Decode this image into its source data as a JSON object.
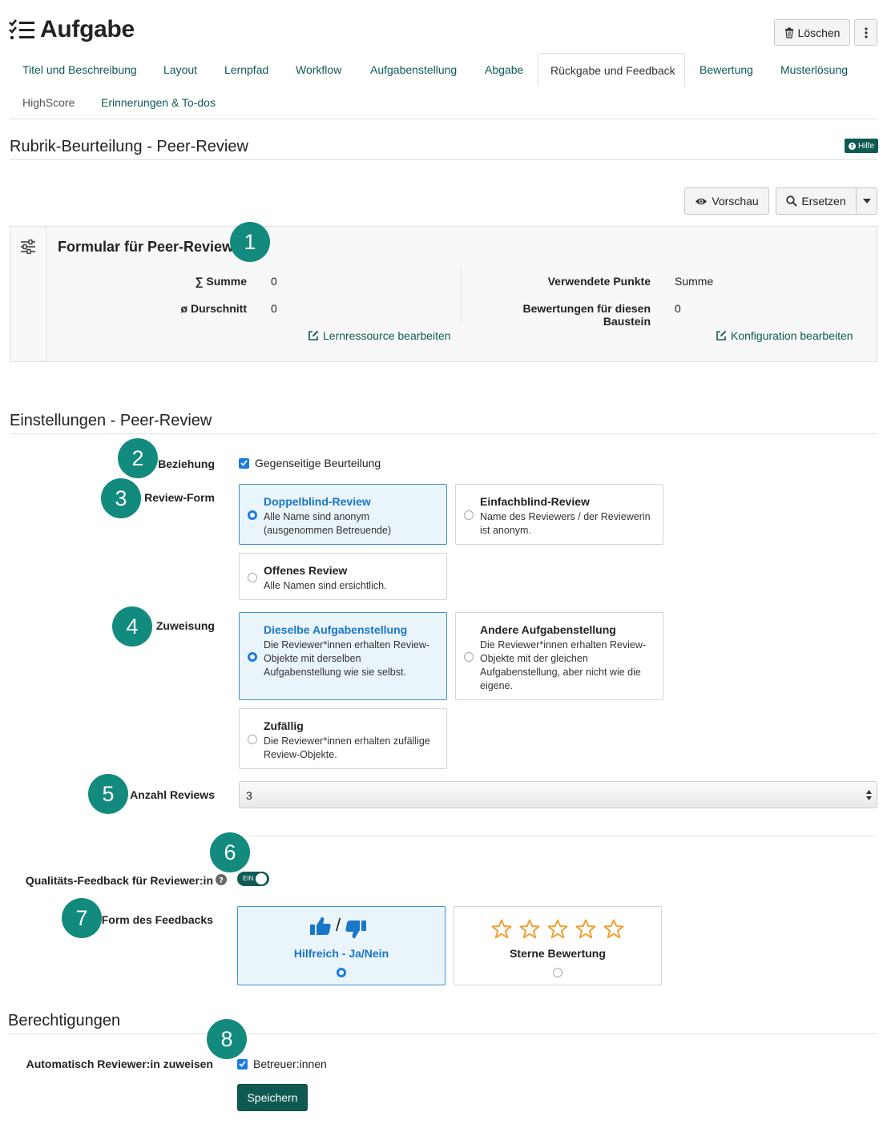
{
  "header": {
    "title": "Aufgabe",
    "delete_label": "Löschen",
    "more_icon": "vertical-dots-icon"
  },
  "tabs": [
    {
      "label": "Titel und Beschreibung",
      "state": "link"
    },
    {
      "label": "Layout",
      "state": "link"
    },
    {
      "label": "Lernpfad",
      "state": "link"
    },
    {
      "label": "Workflow",
      "state": "link"
    },
    {
      "label": "Aufgabenstellung",
      "state": "link"
    },
    {
      "label": "Abgabe",
      "state": "link"
    },
    {
      "label": "Rückgabe und Feedback",
      "state": "active"
    },
    {
      "label": "Bewertung",
      "state": "link"
    },
    {
      "label": "Musterlösung",
      "state": "link"
    },
    {
      "label": "HighScore",
      "state": "disabled"
    },
    {
      "label": "Erinnerungen & To-dos",
      "state": "link"
    }
  ],
  "rubric": {
    "title": "Rubrik-Beurteilung - Peer-Review",
    "help_label": "Hilfe",
    "preview_label": "Vorschau",
    "replace_label": "Ersetzen"
  },
  "form_panel": {
    "title": "Formular für Peer-Review",
    "sum_label": "∑ Summe",
    "sum_value": "0",
    "avg_label": "ø Durschnitt",
    "avg_value": "0",
    "points_label": "Verwendete Punkte",
    "points_value": "Summe",
    "ratings_label": "Bewertungen für diesen Baustein",
    "ratings_value": "0",
    "edit_resource": "Lernressource bearbeiten",
    "edit_config": "Konfiguration bearbeiten"
  },
  "settings": {
    "title": "Einstellungen - Peer-Review",
    "relation_label": "Beziehung",
    "relation_checkbox": "Gegenseitige Beurteilung",
    "review_form_label": "Review-Form",
    "review_options": [
      {
        "title": "Doppelblind-Review",
        "desc": "Alle Name sind anonym (ausgenommen Betreuende)",
        "selected": true
      },
      {
        "title": "Einfachblind-Review",
        "desc": "Name des Reviewers / der Reviewerin ist anonym.",
        "selected": false
      },
      {
        "title": "Offenes Review",
        "desc": "Alle Namen sind ersichtlich.",
        "selected": false
      }
    ],
    "assignment_label": "Zuweisung",
    "assignment_options": [
      {
        "title": "Dieselbe Aufgabenstellung",
        "desc": "Die Reviewer*innen erhalten Review-Objekte mit derselben Aufgabenstellung wie sie selbst.",
        "selected": true
      },
      {
        "title": "Andere Aufgabenstellung",
        "desc": "Die Reviewer*innen erhalten Review-Objekte mit der gleichen Aufgabenstellung, aber nicht wie die eigene.",
        "selected": false
      },
      {
        "title": "Zufällig",
        "desc": "Die Reviewer*innen erhalten zufällige Review-Objekte.",
        "selected": false
      }
    ],
    "count_label": "Anzahl Reviews",
    "count_value": "3",
    "quality_label": "Qualitäts-Feedback für Reviewer:in",
    "toggle_label": "EIN",
    "feedback_form_label": "Form des Feedbacks",
    "feedback_options": [
      {
        "label": "Hilfreich - Ja/Nein",
        "selected": true
      },
      {
        "label": "Sterne Bewertung",
        "selected": false
      }
    ]
  },
  "permissions": {
    "title": "Berechtigungen",
    "auto_assign_label": "Automatisch Reviewer:in zuweisen",
    "auto_assign_checkbox": "Betreuer:innen",
    "save_label": "Speichern"
  },
  "badges": [
    "1",
    "2",
    "3",
    "4",
    "5",
    "6",
    "7",
    "8"
  ],
  "colors": {
    "accent": "#0e5a52",
    "badge": "#138a7e",
    "selected_blue": "#1876c9",
    "selected_bg": "#eaf4fb",
    "star": "#f0a030"
  }
}
